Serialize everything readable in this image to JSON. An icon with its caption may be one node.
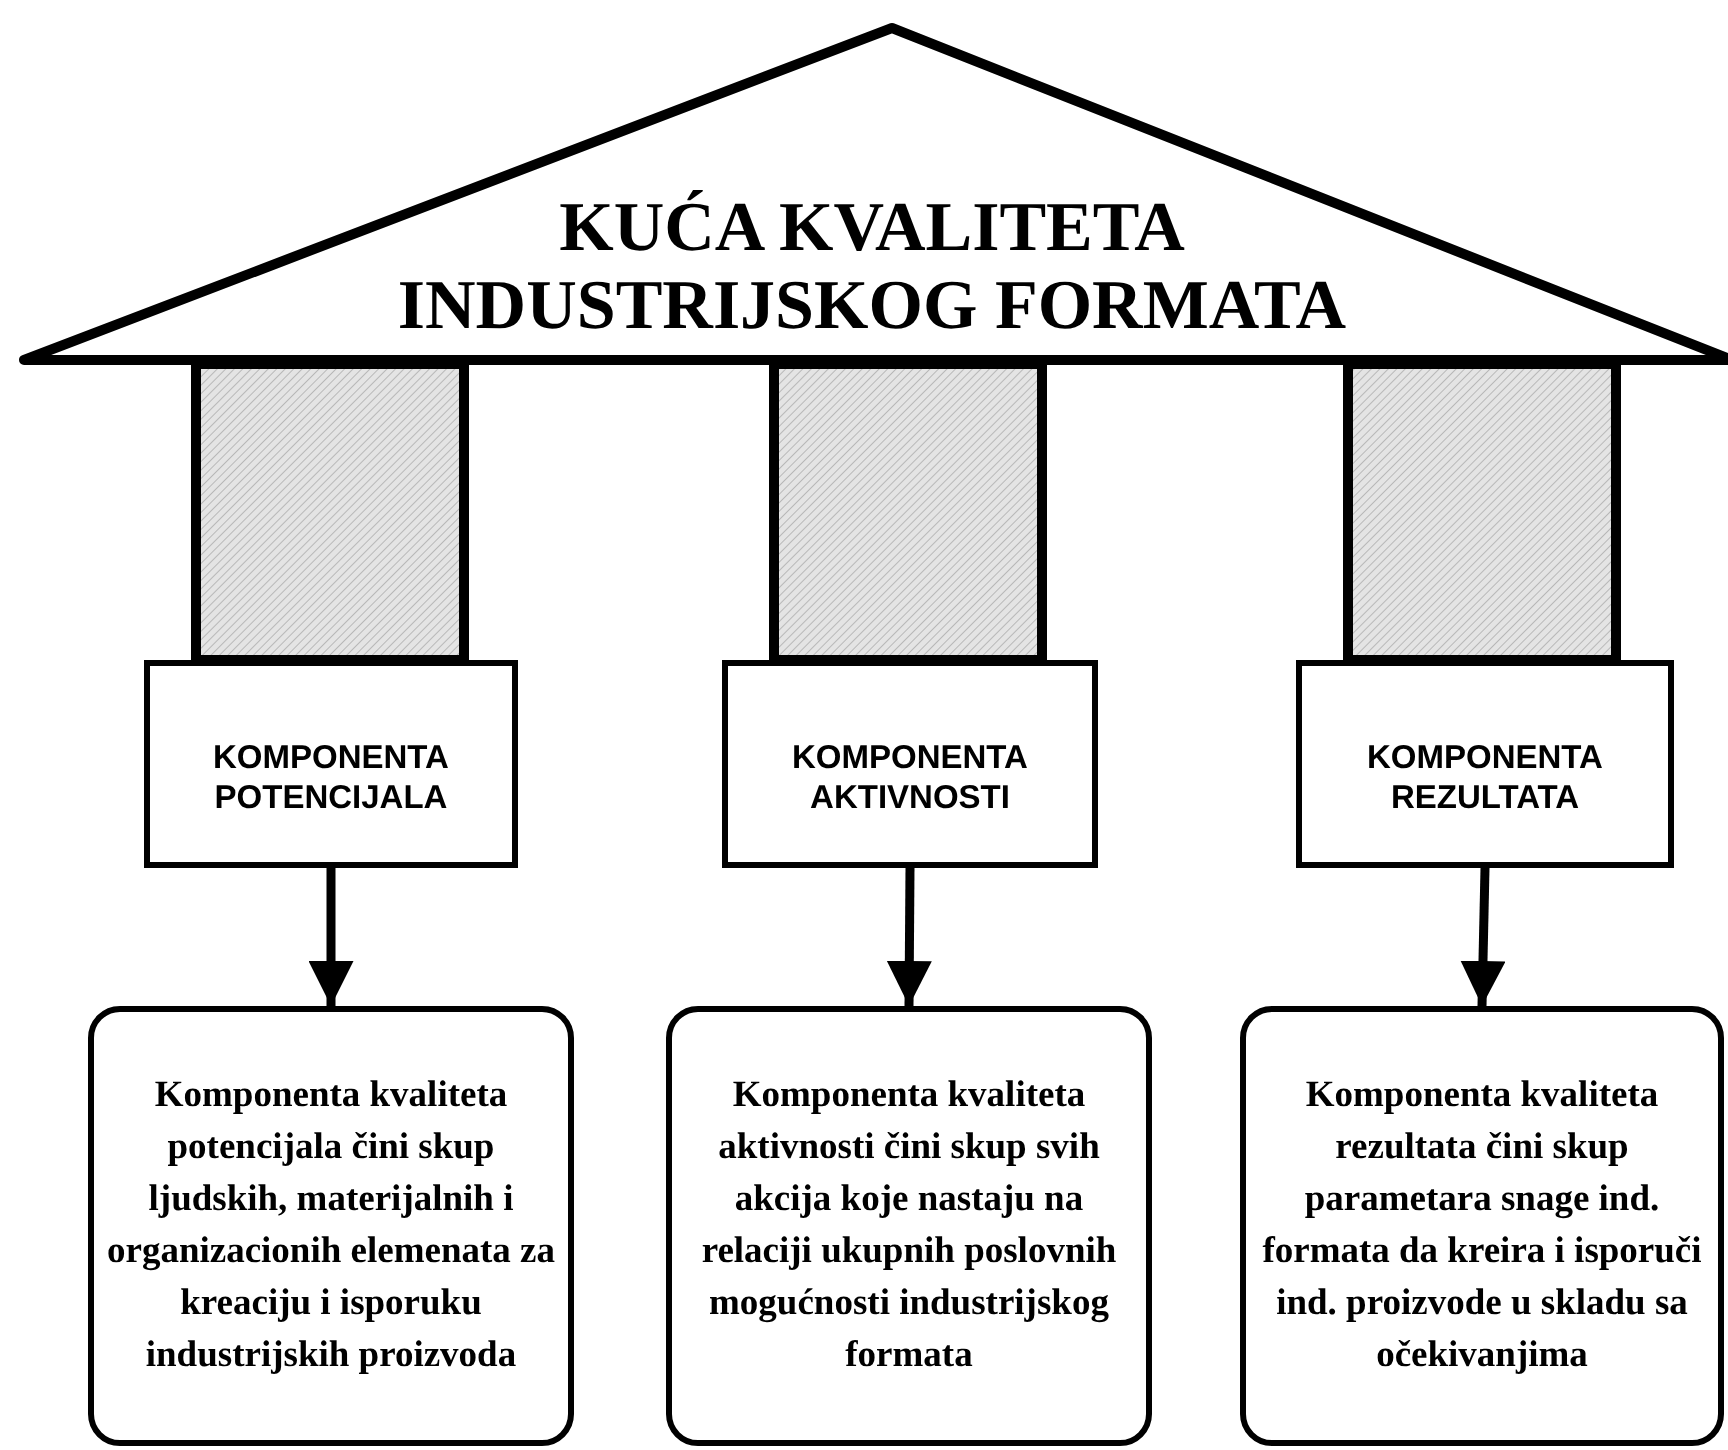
{
  "diagram": {
    "nodes": [
      {
        "text": [
          "KUĆA KVALITETA INDUSTRIJSKOG FORMATA"
        ]
      },
      {
        "text": [
          "KOMPONENTA POTENCIJALA"
        ]
      },
      {
        "text": [
          "KOMPONENTA AKTIVNOSTI"
        ]
      },
      {
        "text": [
          "KOMPONENTA REZULTATA"
        ]
      },
      {
        "text": [
          "Komponenta kvaliteta potencijala čini skup ljudskih, materijalnih i organizacionih elemenata za kreaciju i isporuku industrijskih proizvoda"
        ]
      },
      {
        "text": [
          "Komponenta kvaliteta aktivnosti čini skup svih akcija koje nastaju na relaciji ukupnih poslovnih mogućnosti industrijskog formata"
        ]
      },
      {
        "text": [
          "Komponenta kvaliteta rezultata čini skup parametara snage ind. formata da kreira i isporuči ind. proizvode u skladu sa očekivanjima"
        ]
      }
    ],
    "edges": [
      {
        "from": 1,
        "to": 4,
        "arrow": "to"
      },
      {
        "from": 2,
        "to": 5,
        "arrow": "to"
      },
      {
        "from": 3,
        "to": 6,
        "arrow": "to"
      }
    ]
  }
}
